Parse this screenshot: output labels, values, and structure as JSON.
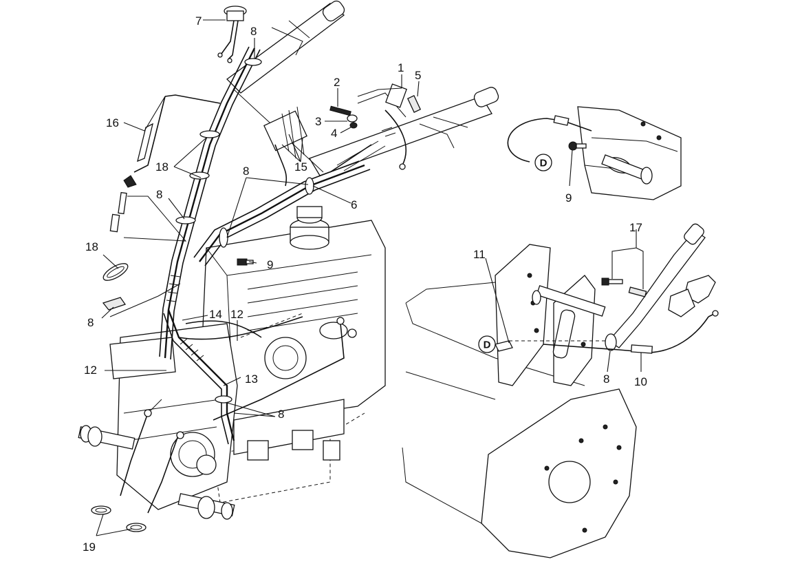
{
  "diagram": {
    "callouts": [
      {
        "id": "c7",
        "text": "7"
      },
      {
        "id": "c8a",
        "text": "8"
      },
      {
        "id": "c1",
        "text": "1"
      },
      {
        "id": "c2",
        "text": "2"
      },
      {
        "id": "c5",
        "text": "5"
      },
      {
        "id": "c3",
        "text": "3"
      },
      {
        "id": "c4",
        "text": "4"
      },
      {
        "id": "c16",
        "text": "16"
      },
      {
        "id": "c15",
        "text": "15"
      },
      {
        "id": "c18a",
        "text": "18"
      },
      {
        "id": "c8b",
        "text": "8"
      },
      {
        "id": "c6",
        "text": "6"
      },
      {
        "id": "c8c",
        "text": "8"
      },
      {
        "id": "c9a",
        "text": "9"
      },
      {
        "id": "c9b",
        "text": "9"
      },
      {
        "id": "c18b",
        "text": "18"
      },
      {
        "id": "c8d",
        "text": "8"
      },
      {
        "id": "c14",
        "text": "14"
      },
      {
        "id": "c12a",
        "text": "12"
      },
      {
        "id": "c12b",
        "text": "12"
      },
      {
        "id": "c13",
        "text": "13"
      },
      {
        "id": "c8e",
        "text": "8"
      },
      {
        "id": "c19",
        "text": "19"
      },
      {
        "id": "c17",
        "text": "17"
      },
      {
        "id": "c11",
        "text": "11"
      },
      {
        "id": "c8f",
        "text": "8"
      },
      {
        "id": "c10",
        "text": "10"
      }
    ],
    "connector_a": "D",
    "connector_b": "D"
  }
}
